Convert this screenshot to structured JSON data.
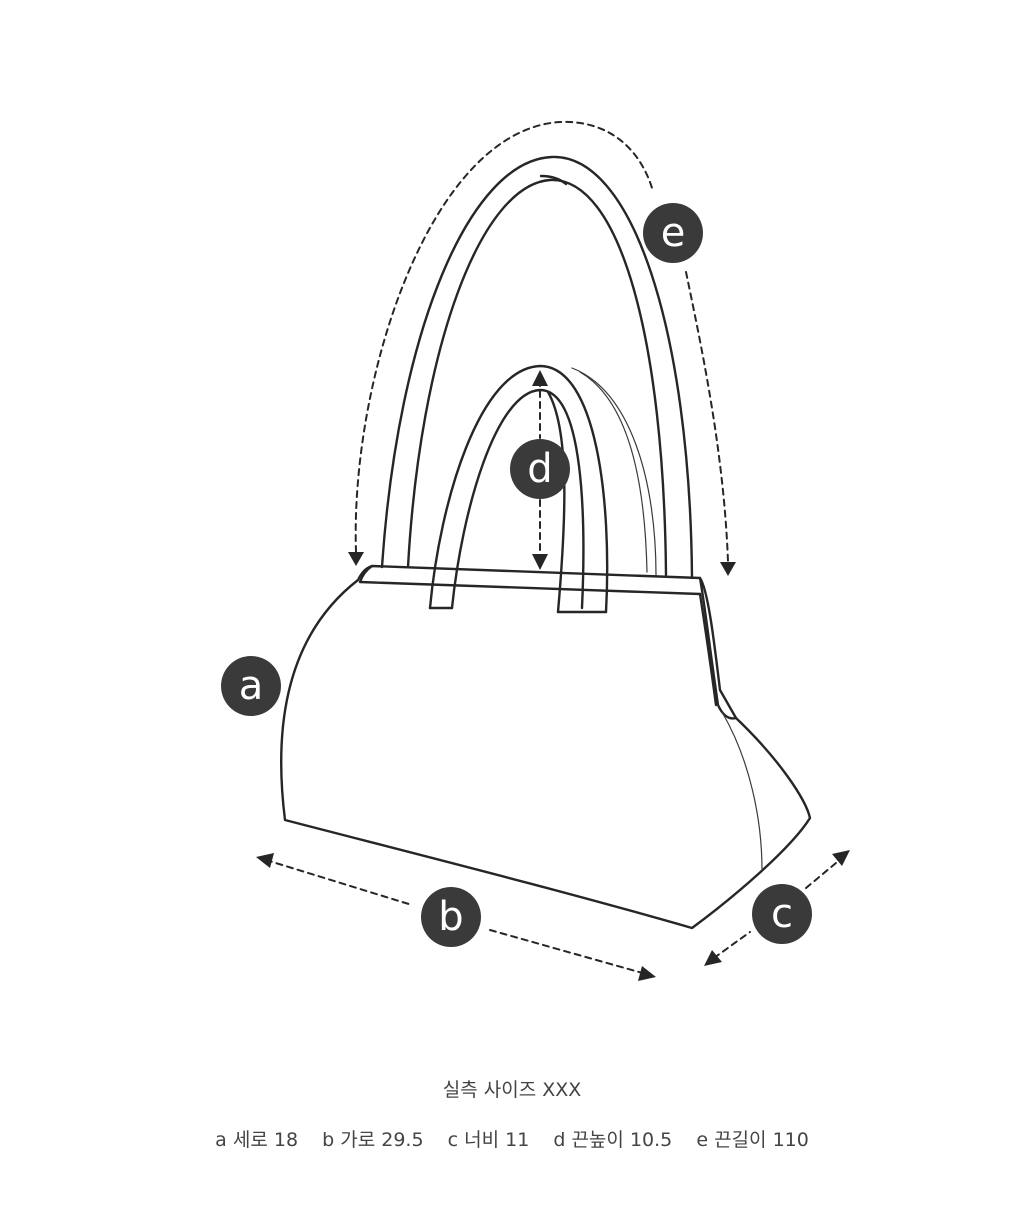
{
  "diagram": {
    "markers": {
      "a": "a",
      "b": "b",
      "c": "c",
      "d": "d",
      "e": "e"
    }
  },
  "caption": {
    "title": "실측 사이즈 XXX",
    "dimensions": [
      {
        "key": "a",
        "label": "세로",
        "value": "18"
      },
      {
        "key": "b",
        "label": "가로",
        "value": "29.5"
      },
      {
        "key": "c",
        "label": "너비",
        "value": "11"
      },
      {
        "key": "d",
        "label": "끈높이",
        "value": "10.5"
      },
      {
        "key": "e",
        "label": "끈길이",
        "value": "110"
      }
    ]
  },
  "colors": {
    "line": "#262626",
    "marker": "#3a3a3a",
    "caption_text": "#444444"
  }
}
